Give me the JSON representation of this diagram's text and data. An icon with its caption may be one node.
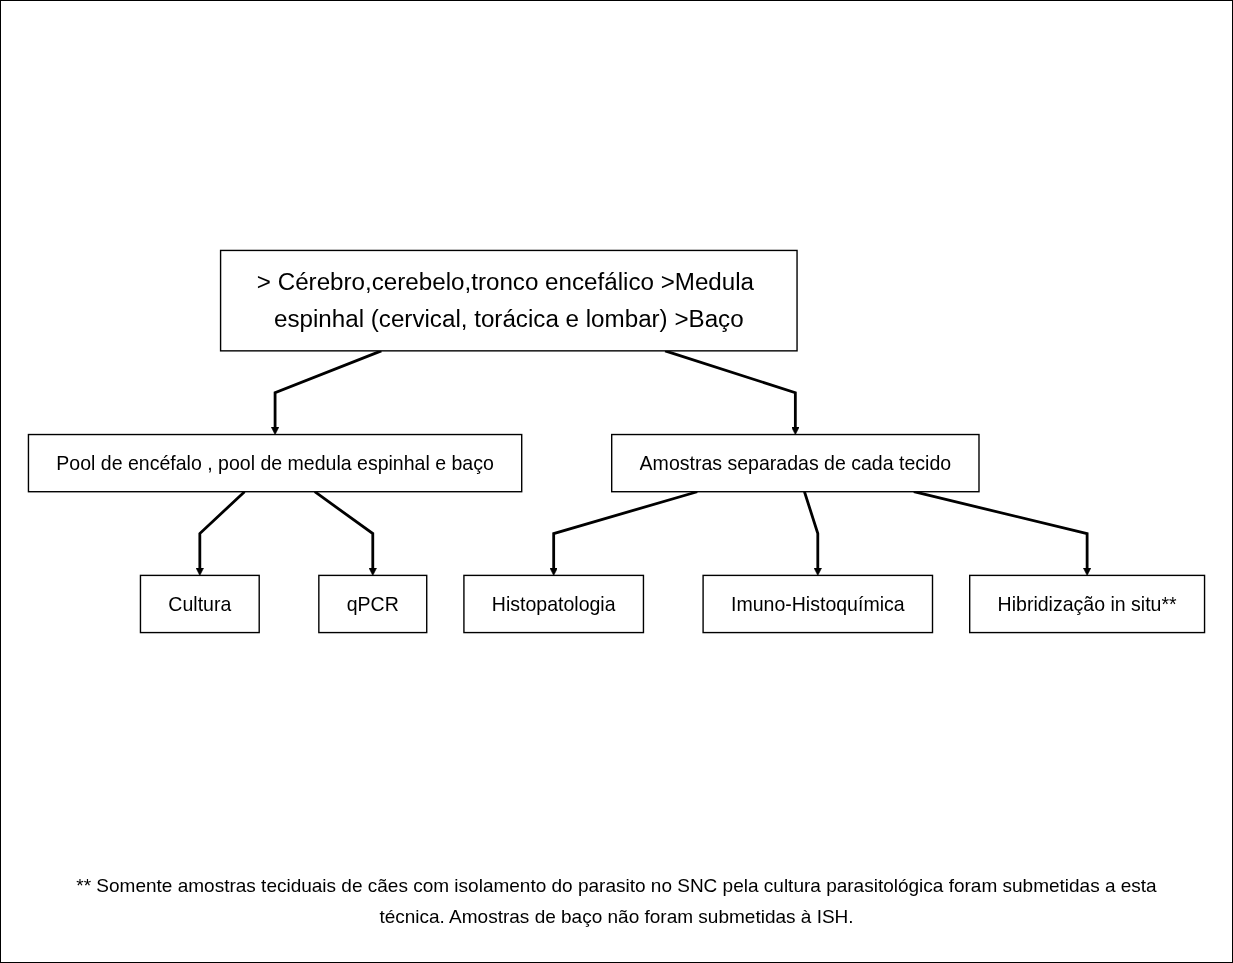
{
  "diagram": {
    "caption": "** Somente amostras teciduais de cães com isolamento do parasito no SNC pela cultura parasitológica foram submetidas a esta técnica. Amostras de baço não foram submetidas à ISH.",
    "nodes": [
      {
        "text": [
          "> Cérebro,cerebelo,tronco encefálico >Medula espinhal (cervical, torácica e lombar) >Baço"
        ]
      },
      {
        "text": [
          "Pool de encéfalo , pool de medula espinhal e baço"
        ]
      },
      {
        "text": [
          "Amostras separadas de cada tecido"
        ]
      },
      {
        "text": [
          "Cultura"
        ]
      },
      {
        "text": [
          "qPCR"
        ]
      },
      {
        "text": [
          "Histopatologia"
        ]
      },
      {
        "text": [
          "Imuno-Histoquímica"
        ]
      },
      {
        "text": [
          "Hibridização in situ**"
        ]
      }
    ],
    "edges": [
      {
        "from": 0,
        "to": 1,
        "arrow": "to"
      },
      {
        "from": 0,
        "to": 2,
        "arrow": "to"
      },
      {
        "from": 1,
        "to": 3,
        "arrow": "to"
      },
      {
        "from": 1,
        "to": 4,
        "arrow": "to"
      },
      {
        "from": 2,
        "to": 5,
        "arrow": "to"
      },
      {
        "from": 2,
        "to": 6,
        "arrow": "to"
      },
      {
        "from": 2,
        "to": 7,
        "arrow": "to"
      }
    ]
  }
}
